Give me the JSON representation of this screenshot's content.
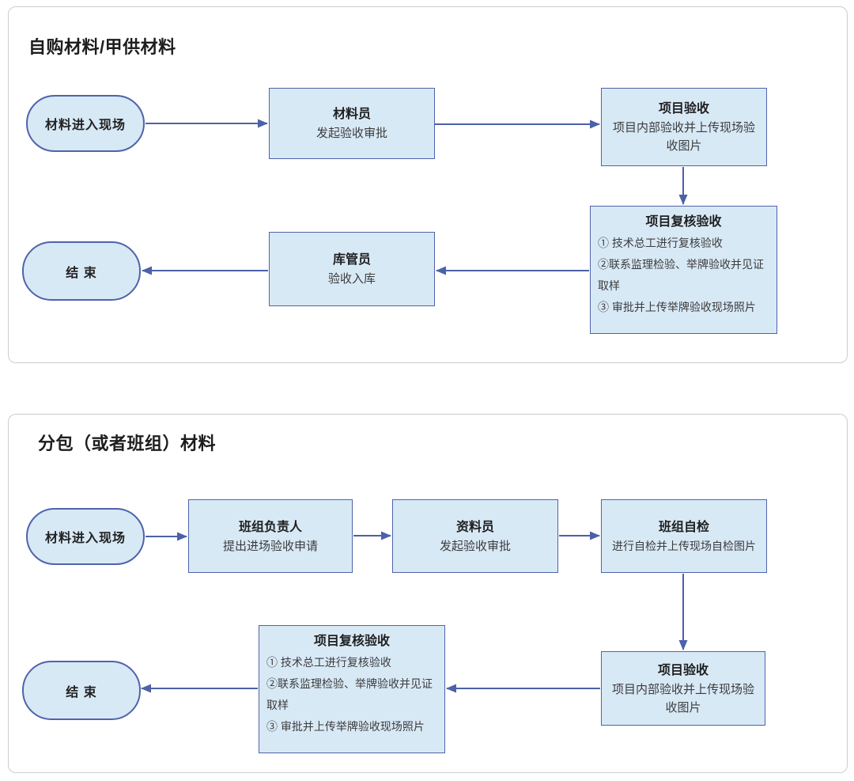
{
  "colors": {
    "node_fill": "#d8e9f6",
    "node_border": "#4f63ab",
    "arrow": "#4c61a8",
    "panel_border": "#cdcdcd",
    "title_text": "#1d1d1d",
    "body_text": "#3c3c3c"
  },
  "flow1": {
    "title": "自购材料/甲供材料",
    "start": "材料进入现场",
    "end": "结 束",
    "steps": {
      "clerk": {
        "title": "材料员",
        "desc": "发起验收审批"
      },
      "accept": {
        "title": "项目验收",
        "desc": "项目内部验收并上传现场验收图片"
      },
      "review": {
        "title": "项目复核验收",
        "items": [
          "① 技术总工进行复核验收",
          "②联系监理检验、举牌验收并见证取样",
          "③ 审批并上传举牌验收现场照片"
        ]
      },
      "warehouse": {
        "title": "库管员",
        "desc": "验收入库"
      }
    }
  },
  "flow2": {
    "title": "分包（或者班组）材料",
    "start": "材料进入现场",
    "end": "结 束",
    "steps": {
      "team_leader": {
        "title": "班组负责人",
        "desc": "提出进场验收申请"
      },
      "document_clerk": {
        "title": "资料员",
        "desc": "发起验收审批"
      },
      "self_check": {
        "title": "班组自检",
        "desc": "进行自检并上传现场自检图片"
      },
      "review": {
        "title": "项目复核验收",
        "items": [
          "① 技术总工进行复核验收",
          "②联系监理检验、举牌验收并见证取样",
          "③ 审批并上传举牌验收现场照片"
        ]
      },
      "accept": {
        "title": "项目验收",
        "desc": "项目内部验收并上传现场验收图片"
      }
    }
  }
}
